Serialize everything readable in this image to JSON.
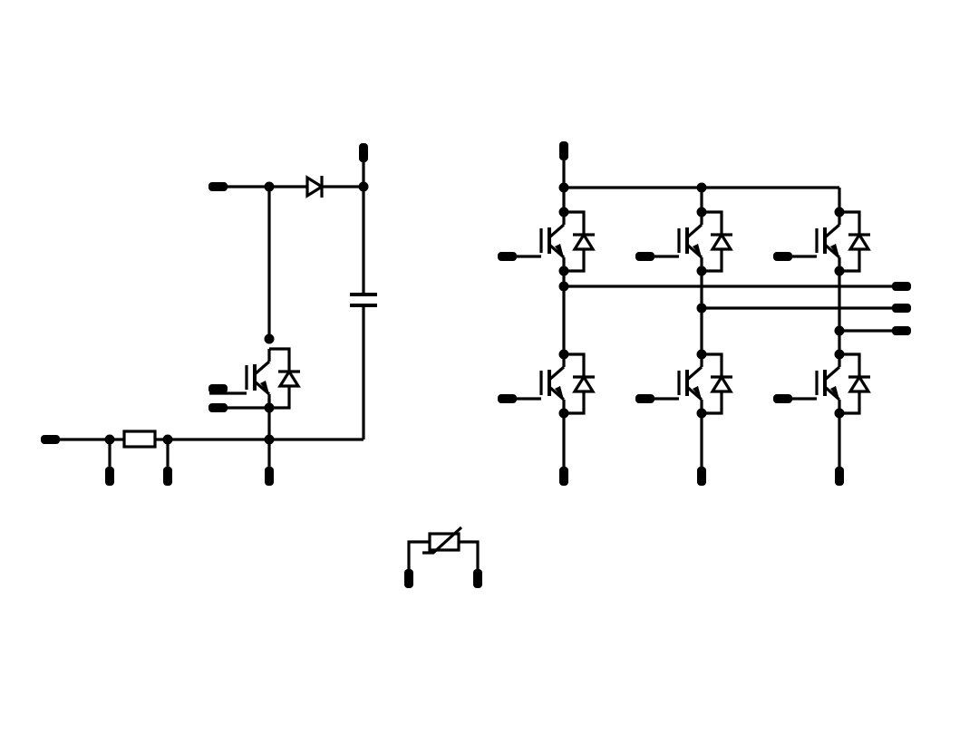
{
  "diagram": {
    "type": "power-electronics-schematic",
    "background": "#ffffff",
    "ink": "#000000",
    "blocks": [
      {
        "name": "brake-chopper",
        "parts": [
          "input-resistor",
          "freewheel-diode",
          "dc-link-capacitor",
          "chopper-igbt"
        ]
      },
      {
        "name": "three-phase-inverter",
        "parts": [
          "igbt-u-high",
          "igbt-v-high",
          "igbt-w-high",
          "igbt-u-low",
          "igbt-v-low",
          "igbt-w-low"
        ]
      },
      {
        "name": "ntc-thermistor",
        "parts": [
          "thermistor"
        ]
      }
    ],
    "labels": []
  }
}
